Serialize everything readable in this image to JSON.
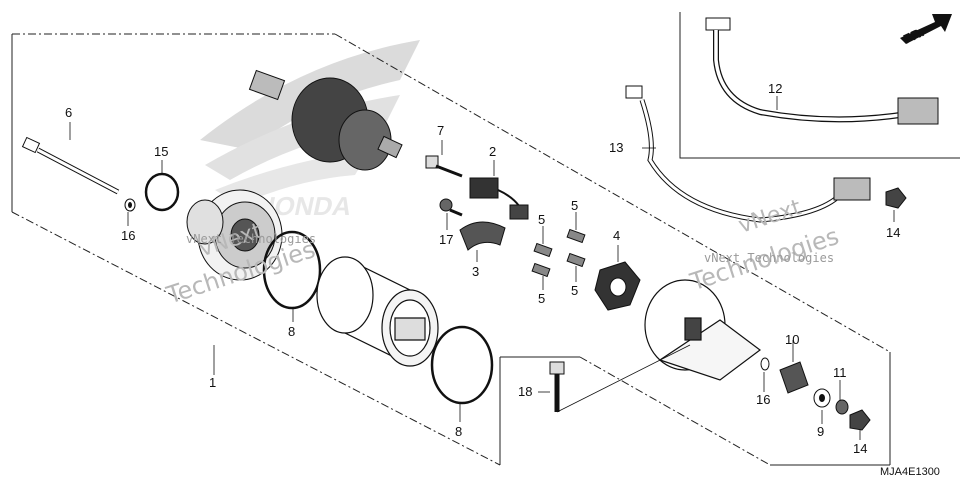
{
  "diagram": {
    "part_code": "MJA4E1300",
    "front_marker": "FR.",
    "watermark_lines": [
      "vNext",
      "Technologies"
    ],
    "watermark_inline": "vNext Technologies",
    "callouts": [
      {
        "id": "c1",
        "text": "1"
      },
      {
        "id": "c2",
        "text": "2"
      },
      {
        "id": "c3",
        "text": "3"
      },
      {
        "id": "c4",
        "text": "4"
      },
      {
        "id": "c5a",
        "text": "5"
      },
      {
        "id": "c5b",
        "text": "5"
      },
      {
        "id": "c5c",
        "text": "5"
      },
      {
        "id": "c5d",
        "text": "5"
      },
      {
        "id": "c6",
        "text": "6"
      },
      {
        "id": "c7",
        "text": "7"
      },
      {
        "id": "c8a",
        "text": "8"
      },
      {
        "id": "c8b",
        "text": "8"
      },
      {
        "id": "c9",
        "text": "9"
      },
      {
        "id": "c10",
        "text": "10"
      },
      {
        "id": "c11",
        "text": "11"
      },
      {
        "id": "c12",
        "text": "12"
      },
      {
        "id": "c13",
        "text": "13"
      },
      {
        "id": "c14a",
        "text": "14"
      },
      {
        "id": "c14b",
        "text": "14"
      },
      {
        "id": "c15",
        "text": "15"
      },
      {
        "id": "c16a",
        "text": "16"
      },
      {
        "id": "c16b",
        "text": "16"
      },
      {
        "id": "c17",
        "text": "17"
      },
      {
        "id": "c18",
        "text": "18"
      }
    ]
  }
}
